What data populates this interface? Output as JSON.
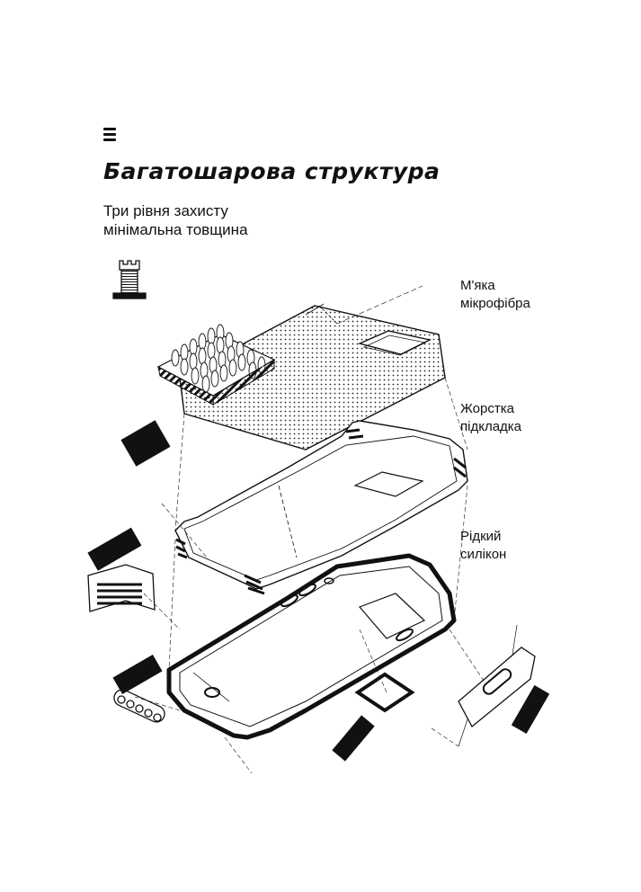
{
  "header": {
    "title": "Багатошарова структура",
    "subtitle_line1": "Три рівня захисту",
    "subtitle_line2": "мінімальна товщина"
  },
  "layers": {
    "soft": {
      "line1": "М'яка",
      "line2": "мікрофібра"
    },
    "hard": {
      "line1": "Жорстка",
      "line2": "підкладка"
    },
    "silicone": {
      "line1": "Рідкий",
      "line2": "силікон"
    }
  },
  "icons": {
    "menu": "menu-icon",
    "castle": "castle-tower-icon"
  },
  "colors": {
    "ink": "#111111",
    "background": "#ffffff"
  }
}
